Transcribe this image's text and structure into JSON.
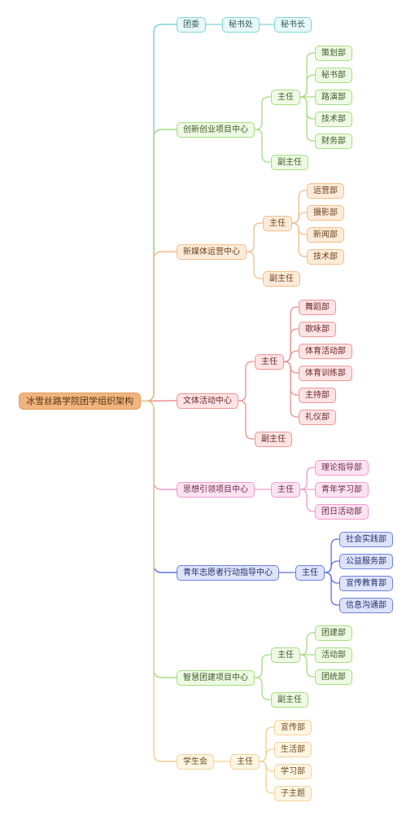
{
  "mindmap": {
    "root": "冰雪丝路学院团学组织架构",
    "branches": [
      {
        "label": "团委",
        "color": "cyan",
        "children": [
          {
            "label": "秘书处",
            "children": [
              {
                "label": "秘书长"
              }
            ]
          }
        ]
      },
      {
        "label": "创新创业项目中心",
        "color": "green",
        "children": [
          {
            "label": "主任",
            "children": [
              {
                "label": "策划部"
              },
              {
                "label": "秘书部"
              },
              {
                "label": "路演部"
              },
              {
                "label": "技术部"
              },
              {
                "label": "财务部"
              }
            ]
          },
          {
            "label": "副主任"
          }
        ]
      },
      {
        "label": "新媒体运营中心",
        "color": "orange",
        "children": [
          {
            "label": "主任",
            "children": [
              {
                "label": "运营部"
              },
              {
                "label": "摄影部"
              },
              {
                "label": "新闻部"
              },
              {
                "label": "技术部"
              }
            ]
          },
          {
            "label": "副主任"
          }
        ]
      },
      {
        "label": "文体活动中心",
        "color": "red",
        "children": [
          {
            "label": "主任",
            "children": [
              {
                "label": "舞蹈部"
              },
              {
                "label": "歌咏部"
              },
              {
                "label": "体育活动部"
              },
              {
                "label": "体育训练部"
              },
              {
                "label": "主持部"
              },
              {
                "label": "礼仪部"
              }
            ]
          },
          {
            "label": "副主任"
          }
        ]
      },
      {
        "label": "思想引领项目中心",
        "color": "pink",
        "children": [
          {
            "label": "主任",
            "children": [
              {
                "label": "理论指导部"
              },
              {
                "label": "青年学习部"
              },
              {
                "label": "团日活动部"
              }
            ]
          }
        ]
      },
      {
        "label": "青年志愿者行动指导中心",
        "color": "blue",
        "children": [
          {
            "label": "主任",
            "children": [
              {
                "label": "社会实践部"
              },
              {
                "label": "公益服务部"
              },
              {
                "label": "宣传教育部"
              },
              {
                "label": "信息沟通部"
              }
            ]
          }
        ]
      },
      {
        "label": "智慧团建项目中心",
        "color": "green",
        "children": [
          {
            "label": "主任",
            "children": [
              {
                "label": "团建部"
              },
              {
                "label": "活动部"
              },
              {
                "label": "团统部"
              }
            ]
          },
          {
            "label": "副主任"
          }
        ]
      },
      {
        "label": "学生会",
        "color": "yellow",
        "children": [
          {
            "label": "主任",
            "children": [
              {
                "label": "宣传部"
              },
              {
                "label": "生活部"
              },
              {
                "label": "学习部"
              },
              {
                "label": "子主题"
              }
            ]
          }
        ]
      }
    ]
  },
  "colors": {
    "root": {
      "fill": "#f0b57f",
      "border": "#e59a5c",
      "text": "#5a3410"
    },
    "cyan": {
      "fill": "#e9f8f8",
      "border": "#7fd6d6",
      "line": "#80d4d4",
      "text": "#2f5a5a"
    },
    "green": {
      "fill": "#eefae3",
      "border": "#a6de82",
      "line": "#a6dc84",
      "text": "#3d5a2a"
    },
    "orange": {
      "fill": "#fdebd9",
      "border": "#f4bd8b",
      "line": "#f3bc8a",
      "text": "#6a4320"
    },
    "red": {
      "fill": "#fde3e3",
      "border": "#ef9494",
      "line": "#ec9090",
      "text": "#6a2a2a"
    },
    "pink": {
      "fill": "#fde3f1",
      "border": "#f19cc9",
      "line": "#ef9cc8",
      "text": "#6a2a4c"
    },
    "blue": {
      "fill": "#dde3fb",
      "border": "#6f82e2",
      "line": "#5f74df",
      "text": "#25306a"
    },
    "yellow": {
      "fill": "#fef5e3",
      "border": "#f4d29c",
      "line": "#f2cf95",
      "text": "#6a5020"
    }
  }
}
